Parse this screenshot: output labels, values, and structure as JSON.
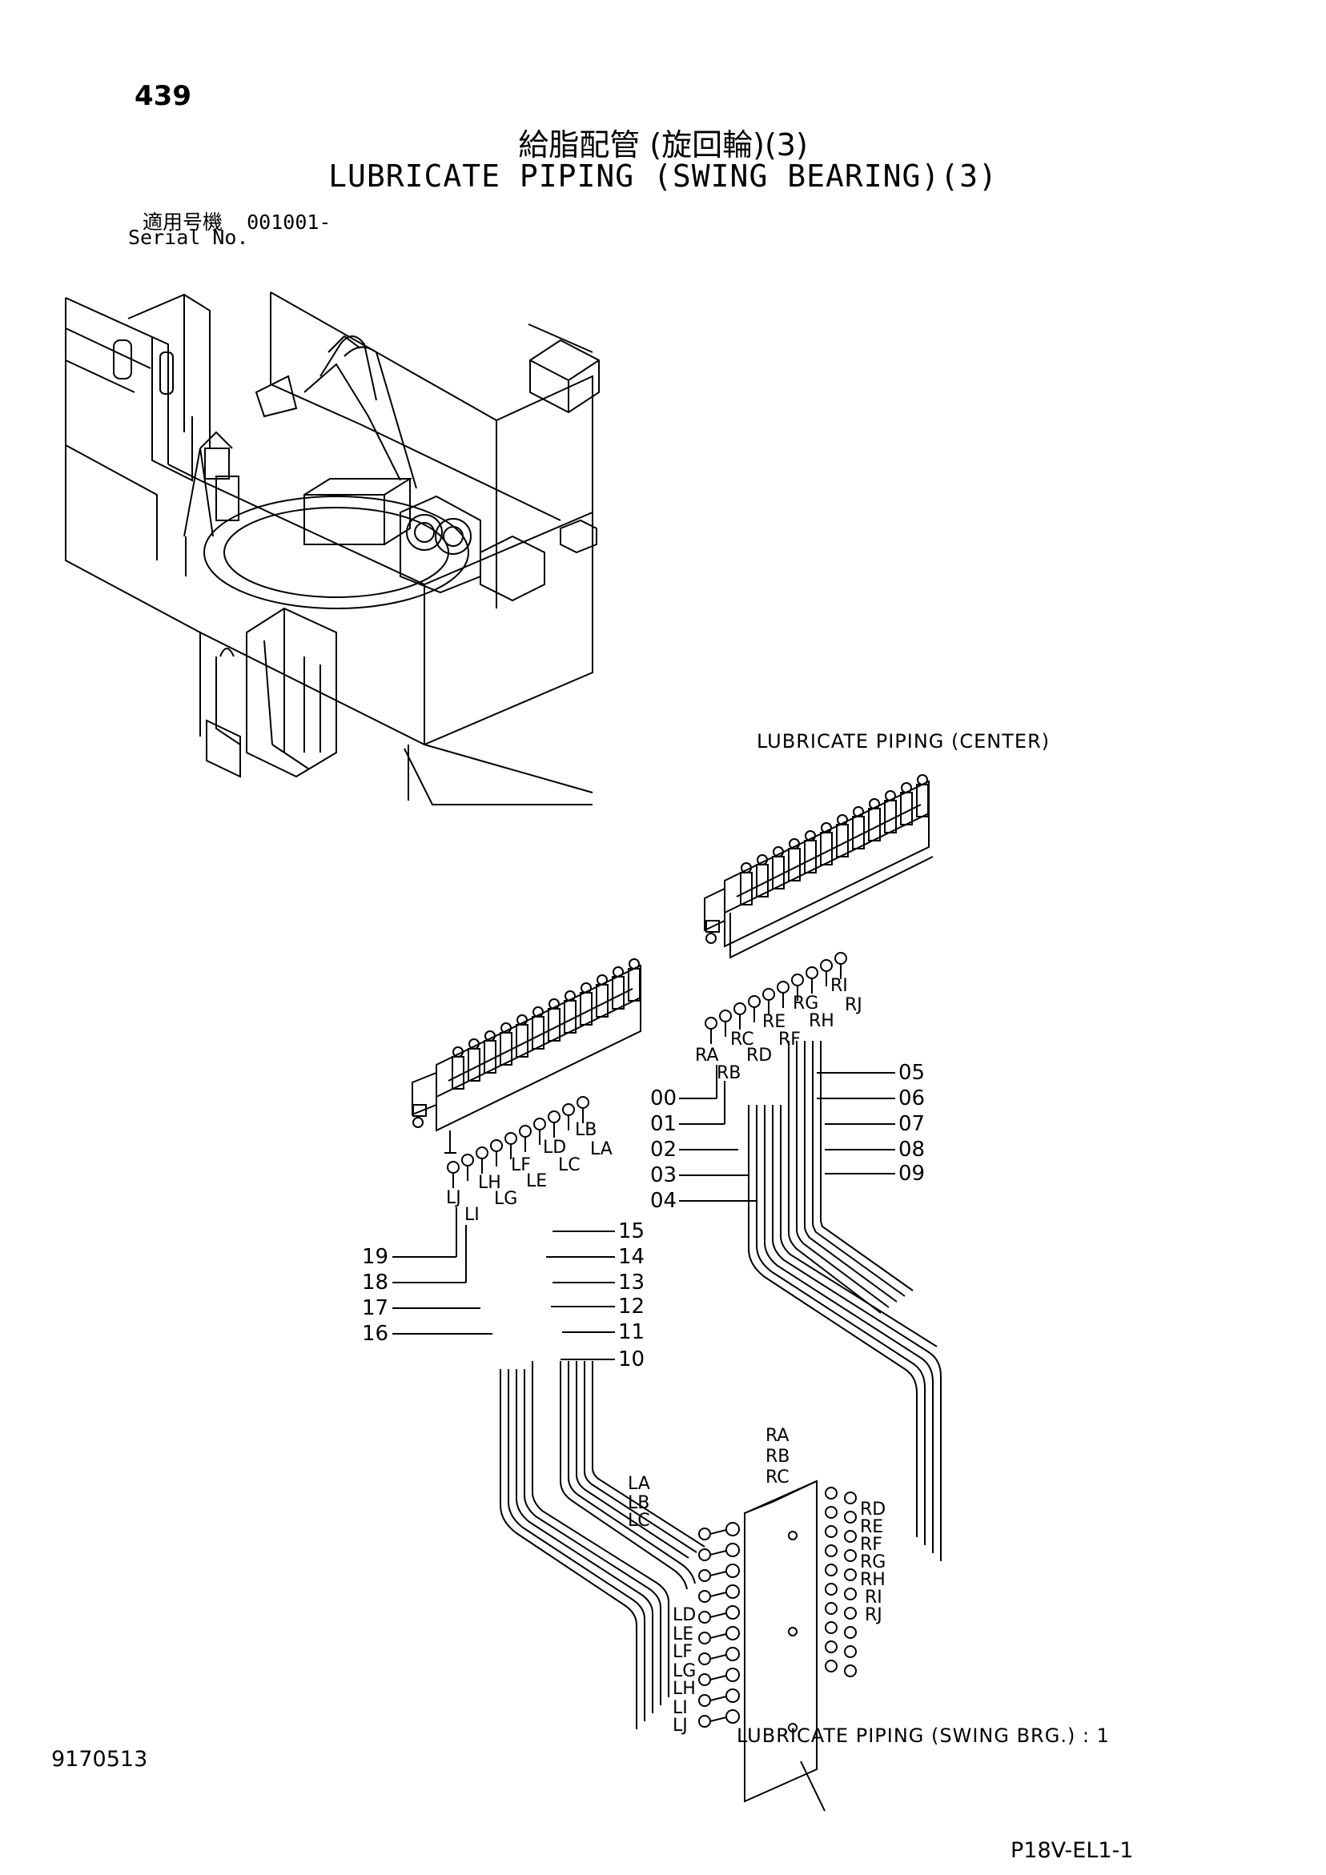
{
  "header": {
    "page_number": "439",
    "title_jp": "給脂配管 (旋回輪)(3)",
    "title_en": "LUBRICATE PIPING (SWING BEARING)(3)",
    "serial_label_jp": "適用号機",
    "serial_value": "001001-",
    "serial_label_en": "Serial No."
  },
  "captions": {
    "center": "LUBRICATE PIPING (CENTER)",
    "swing": "LUBRICATE PIPING (SWING BRG.) : 1"
  },
  "left_block_ports": [
    "LJ",
    "LI",
    "LH",
    "LG",
    "LF",
    "LE",
    "LD",
    "LC",
    "LB",
    "LA"
  ],
  "right_block_ports": [
    "RA",
    "RB",
    "RC",
    "RD",
    "RE",
    "RF",
    "RG",
    "RH",
    "RI",
    "RJ"
  ],
  "left_pipe_numbers": [
    "19",
    "18",
    "17",
    "16",
    "15",
    "14",
    "13",
    "12",
    "11",
    "10"
  ],
  "right_pipe_numbers": [
    "00",
    "01",
    "02",
    "03",
    "04",
    "05",
    "06",
    "07",
    "08",
    "09"
  ],
  "manifold_ports_left": [
    "LA",
    "LB",
    "LC",
    "LD",
    "LE",
    "LF",
    "LG",
    "LH",
    "LI",
    "LJ"
  ],
  "manifold_ports_right": [
    "RA",
    "RB",
    "RC",
    "RD",
    "RE",
    "RF",
    "RG",
    "RH",
    "RI",
    "RJ"
  ],
  "footer": {
    "doc_code": "9170513",
    "sheet_code": "P18V-EL1-1"
  }
}
